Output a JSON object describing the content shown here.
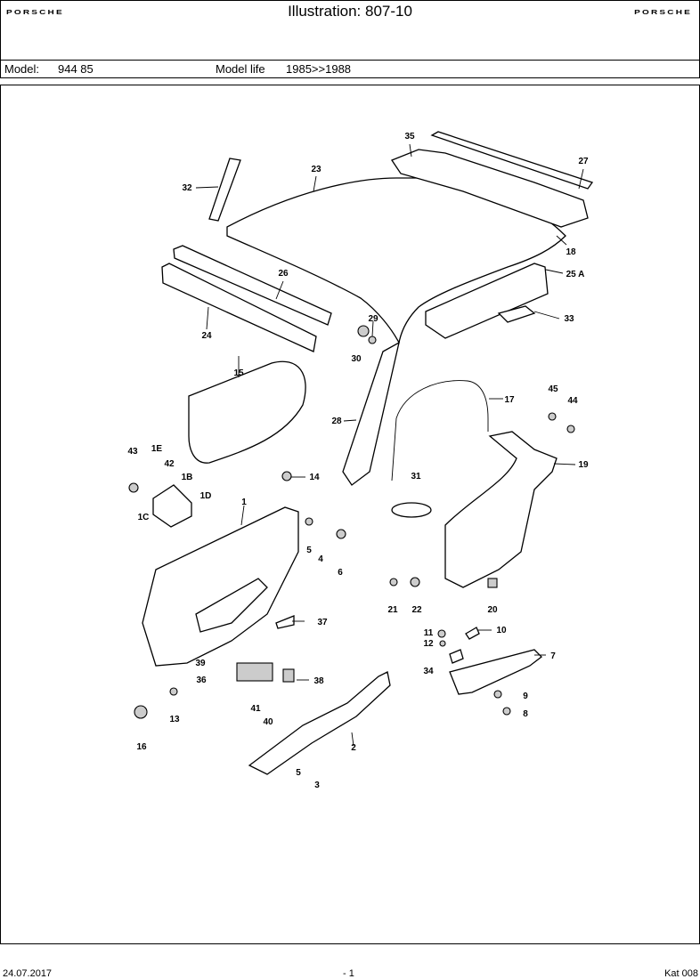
{
  "header": {
    "brand_left": "PORSCHE",
    "title": "Illustration: 807-10",
    "brand_right": "PORSCHE"
  },
  "model_bar": {
    "model_label": "Model:",
    "model_value": "944 85",
    "life_label": "Model life",
    "life_value": "1985>>1988"
  },
  "callouts": [
    "35",
    "27",
    "23",
    "32",
    "18",
    "26",
    "25 A",
    "24",
    "29",
    "33",
    "30",
    "15",
    "45",
    "17",
    "44",
    "28",
    "43",
    "1E",
    "42",
    "1B",
    "19",
    "1D",
    "14",
    "1C",
    "1",
    "31",
    "5",
    "4",
    "6",
    "21",
    "22",
    "20",
    "37",
    "11",
    "10",
    "12",
    "7",
    "39",
    "34",
    "38",
    "36",
    "9",
    "13",
    "41",
    "8",
    "40",
    "16",
    "2",
    "5",
    "3"
  ],
  "footer": {
    "date": "24.07.2017",
    "page": "- 1",
    "catalog": "Kat 008"
  }
}
